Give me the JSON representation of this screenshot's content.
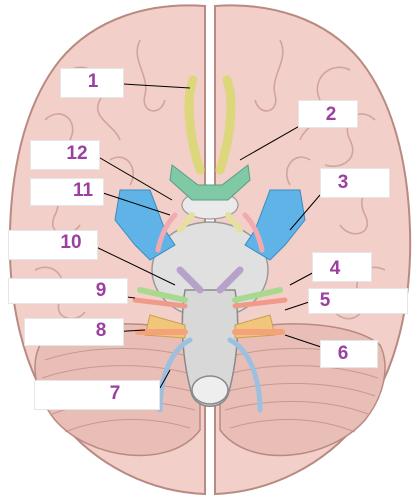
{
  "diagram": {
    "label_color": "#9b3fa0",
    "labels": [
      "1",
      "2",
      "3",
      "4",
      "5",
      "6",
      "7",
      "8",
      "9",
      "10",
      "11",
      "12"
    ],
    "colors": {
      "brain": "#f2cfc8",
      "brain_outline": "#b98a82",
      "cerebellum": "#e8beb6",
      "brainstem": "#d8d8d8",
      "olfactory": "#dcd77b",
      "optic": "#7fc9a6",
      "oculomotor": "#e6e0a0",
      "trochlear": "#f3a9b0",
      "trigeminal": "#f1c67a",
      "abducens": "#c9b0d6",
      "facial": "#f09a8a",
      "vestibulocochlear": "#f6c69a",
      "glossopharyngeal": "#f5a27a",
      "vagus": "#9dc0e0",
      "accessory": "#a9d98f",
      "hypoglossal": "#b7a2c9",
      "vessels": "#5fb3e6"
    }
  }
}
